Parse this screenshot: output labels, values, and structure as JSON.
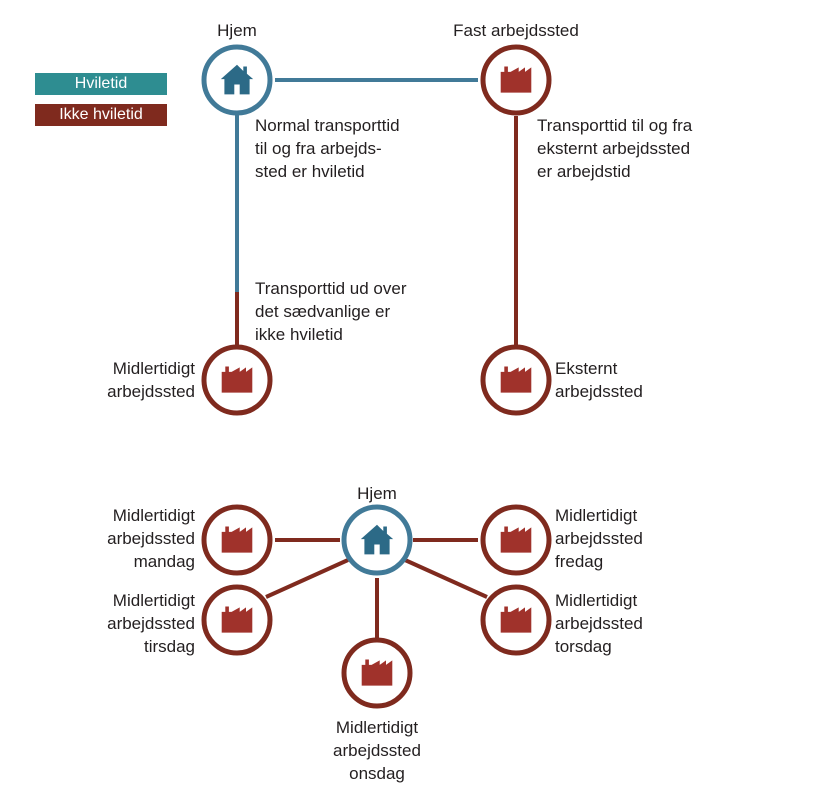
{
  "colors": {
    "rest": "#417a98",
    "work": "#7f2a1e",
    "legend_rest": "#2e8d91",
    "legend_work": "#7f2a1e",
    "icon_home": "#2c6a87",
    "icon_work": "#a0322b"
  },
  "legend": {
    "rest": "Hviletid",
    "work": "Ikke hviletid"
  },
  "top": {
    "home_label": "Hjem",
    "fixed_label": "Fast arbejdssted",
    "normal_note": "Normal transporttid\ntil og fra arbejds-\nsted er hviletid",
    "external_note": "Transporttid til og fra\neksternt arbejdssted\ner arbejdstid",
    "beyond_note": "Transporttid ud over\ndet sædvanlige er\nikke hviletid",
    "temporary_label": "Midlertidigt\narbejdssted",
    "external_label": "Eksternt\narbejdssted"
  },
  "bottom": {
    "home_label": "Hjem",
    "monday": "Midlertidigt\narbejdssted\nmandag",
    "tuesday": "Midlertidigt\narbejdssted\ntirsdag",
    "wednesday": "Midlertidigt\narbejdssted\nonsdag",
    "thursday": "Midlertidigt\narbejdssted\ntorsdag",
    "friday": "Midlertidigt\narbejdssted\nfredag"
  },
  "icons": {
    "home": "house-icon",
    "work": "factory-icon"
  }
}
